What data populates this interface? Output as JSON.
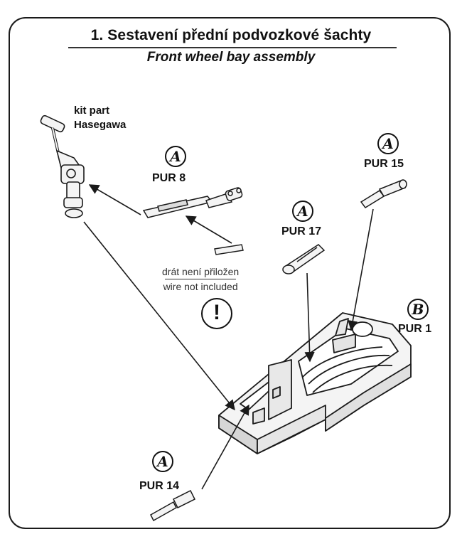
{
  "title": "1. Sestavení přední podvozkové šachty",
  "subtitle": "Front wheel bay assembly",
  "kit_part": {
    "line1": "kit part",
    "line2": "Hasegawa"
  },
  "wire_note": {
    "czech": "drát není přiložen",
    "english": "wire not included"
  },
  "warning_symbol": "!",
  "parts": [
    {
      "id": "pur8",
      "label": "PUR 8",
      "badge": "A"
    },
    {
      "id": "pur15",
      "label": "PUR 15",
      "badge": "A"
    },
    {
      "id": "pur17",
      "label": "PUR 17",
      "badge": "A"
    },
    {
      "id": "pur1",
      "label": "PUR 1",
      "badge": "B"
    },
    {
      "id": "pur14",
      "label": "PUR 14",
      "badge": "A"
    }
  ],
  "colors": {
    "line": "#1a1a1a",
    "part_fill": "#f4f4f4",
    "shade": "#cfcfcf",
    "background": "#ffffff"
  }
}
